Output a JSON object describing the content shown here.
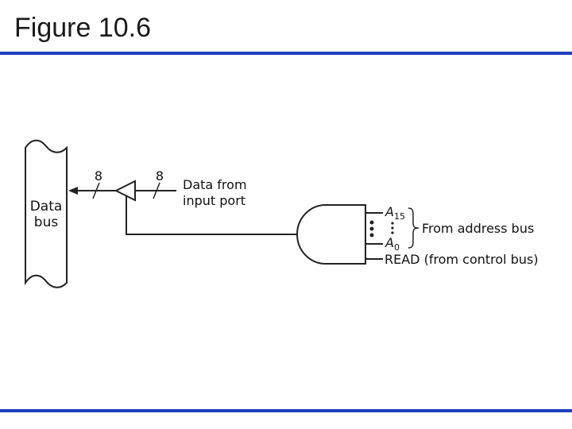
{
  "title": "Figure 10.6",
  "colors": {
    "rule": "#1f3fbf",
    "line": "#222222"
  },
  "diagram": {
    "data_bus_label_line1": "Data",
    "data_bus_label_line2": "bus",
    "bus_width_left": "8",
    "bus_width_right": "8",
    "input_label_line1": "Data from",
    "input_label_line2": "input port",
    "addr_top_label": "A",
    "addr_top_sub": "15",
    "addr_bottom_label": "A",
    "addr_bottom_sub": "0",
    "from_address_bus": "From address bus",
    "read_label": "READ (from control bus)"
  }
}
